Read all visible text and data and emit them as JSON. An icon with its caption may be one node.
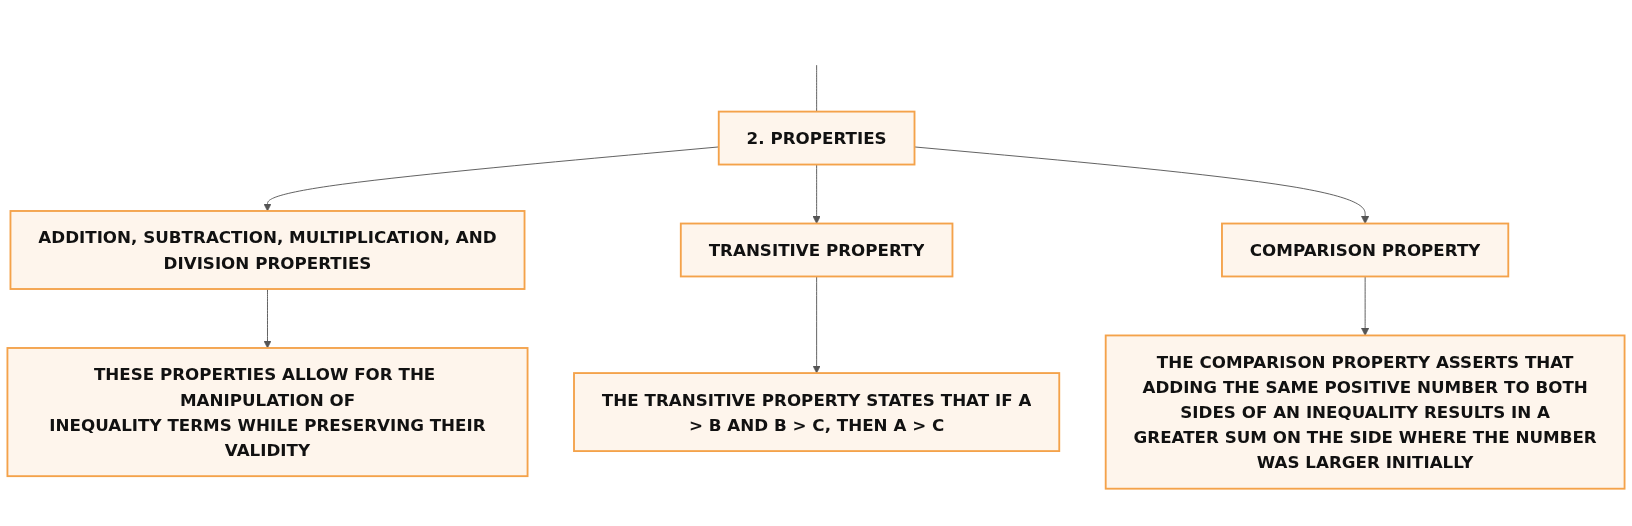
{
  "diagram": {
    "nodes": [
      {
        "text": [
          "2. PROPERTIES"
        ]
      },
      {
        "text": [
          "ADDITION, SUBTRACTION, MULTIPLICATION, AND DIVISION PROPERTIES"
        ]
      },
      {
        "text": [
          "TRANSITIVE PROPERTY"
        ]
      },
      {
        "text": [
          "COMPARISON PROPERTY"
        ]
      },
      {
        "text": [
          "THESE PROPERTIES ALLOW FOR THE MANIPULATION OF INEQUALITY TERMS WHILE PRESERVING THEIR VALIDITY"
        ]
      },
      {
        "text": [
          "THE TRANSITIVE PROPERTY STATES THAT IF A > B AND B > C, THEN A > C"
        ]
      },
      {
        "text": [
          "THE COMPARISON PROPERTY ASSERTS THAT ADDING THE SAME POSITIVE NUMBER TO BOTH SIDES OF AN INEQUALITY RESULTS IN A GREATER SUM ON THE SIDE WHERE THE NUMBER WAS LARGER INITIALLY"
        ]
      }
    ],
    "edges": [
      {
        "from": null,
        "to": 0,
        "arrow": "none"
      },
      {
        "from": 0,
        "to": 1,
        "arrow": "to"
      },
      {
        "from": 0,
        "to": 2,
        "arrow": "to"
      },
      {
        "from": 0,
        "to": 3,
        "arrow": "to"
      },
      {
        "from": 1,
        "to": 4,
        "arrow": "to"
      },
      {
        "from": 2,
        "to": 5,
        "arrow": "to"
      },
      {
        "from": 3,
        "to": 6,
        "arrow": "to"
      }
    ]
  }
}
